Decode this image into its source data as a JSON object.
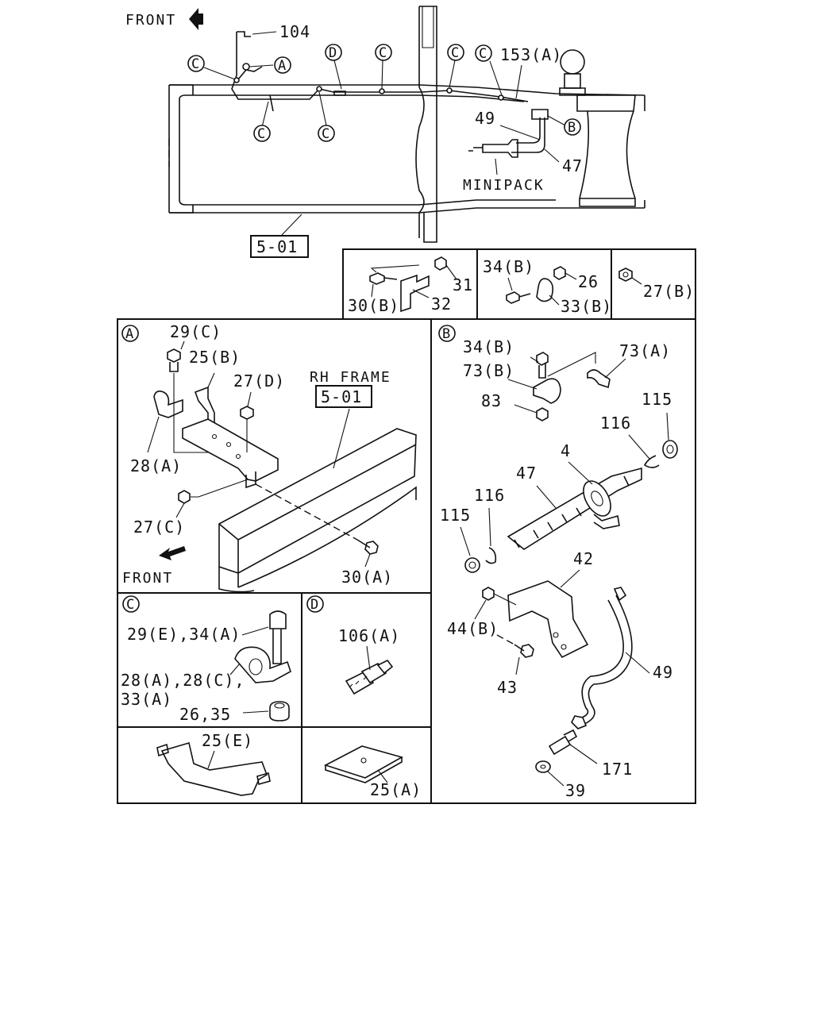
{
  "top": {
    "front": "FRONT",
    "minipack": "MINIPACK",
    "frame_ref": "5-01",
    "labels": {
      "p104": "104",
      "p153": "153(A)",
      "p49": "49",
      "p47": "47"
    },
    "markers": {
      "A": "A",
      "B": "B",
      "C": "C",
      "D": "D"
    }
  },
  "box1": {
    "p30b": "30(B)",
    "p32": "32",
    "p31": "31"
  },
  "box2": {
    "p34b": "34(B)",
    "p26": "26",
    "p33b": "33(B)"
  },
  "box3": {
    "p27b": "27(B)"
  },
  "panelA": {
    "marker": "A",
    "p29c": "29(C)",
    "p25b": "25(B)",
    "p27d": "27(D)",
    "p28a": "28(A)",
    "p27c": "27(C)",
    "p30a": "30(A)",
    "rh_frame": "RH FRAME",
    "frame_ref": "5-01",
    "front": "FRONT"
  },
  "panelB": {
    "marker": "B",
    "p34b": "34(B)",
    "p73a": "73(A)",
    "p73b": "73(B)",
    "p83": "83",
    "p115a": "115",
    "p116a": "116",
    "p4": "4",
    "p47": "47",
    "p116b": "116",
    "p115b": "115",
    "p42": "42",
    "p44b": "44(B)",
    "p43": "43",
    "p49": "49",
    "p171": "171",
    "p39": "39"
  },
  "panelC": {
    "marker": "C",
    "l1": "29(E),34(A)",
    "l2": "28(A),28(C),",
    "l3": "33(A)",
    "l4": "26,35"
  },
  "panelD": {
    "marker": "D",
    "p106a": "106(A)"
  },
  "panelE": {
    "p25e": "25(E)"
  },
  "panelF": {
    "p25a": "25(A)"
  }
}
